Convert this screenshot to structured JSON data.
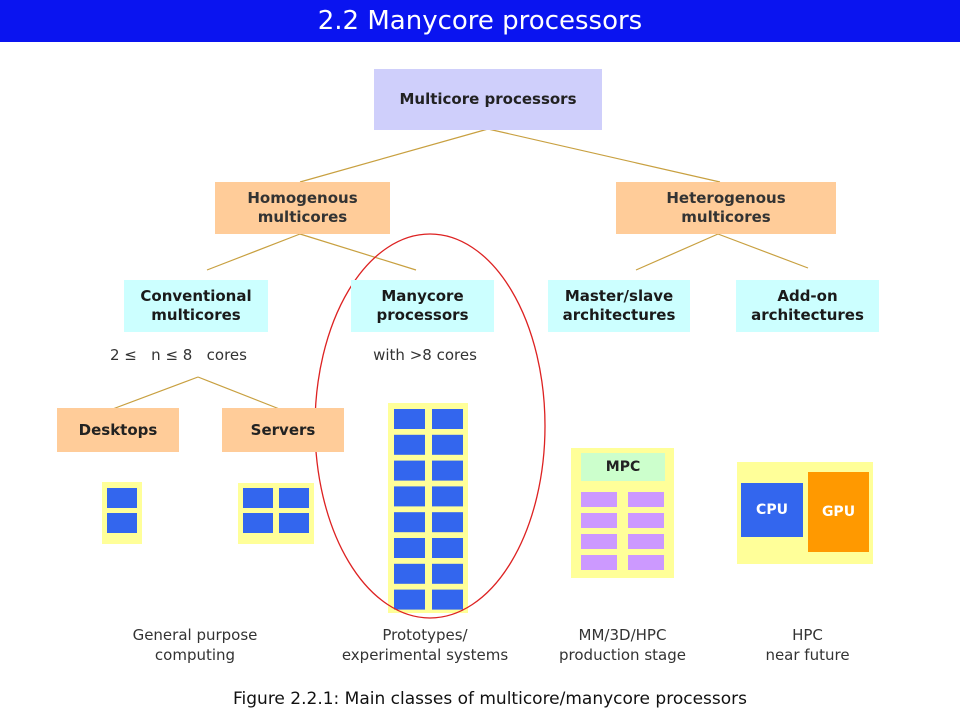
{
  "title": "2.2 Manycore processors",
  "nodes": {
    "root": "Multicore processors",
    "homogenous": "Homogenous\nmulticores",
    "heterogenous": "Heterogenous\nmulticores",
    "conventional": "Conventional\nmulticores",
    "manycore": "Manycore\nprocessors",
    "master_slave": "Master/slave\narchitectures",
    "addon": "Add-on\narchitectures",
    "desktops": "Desktops",
    "servers": "Servers"
  },
  "core_range": "2 ≤   n ≤ 8   cores",
  "manycore_range": "with >8 cores",
  "chips": {
    "mpc_label": "MPC",
    "cpu_label": "CPU",
    "gpu_label": "GPU"
  },
  "descriptions": {
    "general": "General purpose\ncomputing",
    "prototypes": "Prototypes/\nexperimental systems",
    "mm": "MM/3D/HPC\nproduction stage",
    "hpc": "HPC\nnear future"
  },
  "caption": "Figure 2.2.1: Main classes of multicore/manycore processors",
  "colors": {
    "title_bar": "#0a14f0",
    "core_blue": "#3366ee",
    "chip_yellow": "#ffff99",
    "mpc_core": "#cc99ff",
    "gpu_orange": "#ff9900",
    "highlight_ellipse": "#dd2222",
    "connector": "#c8a040"
  }
}
